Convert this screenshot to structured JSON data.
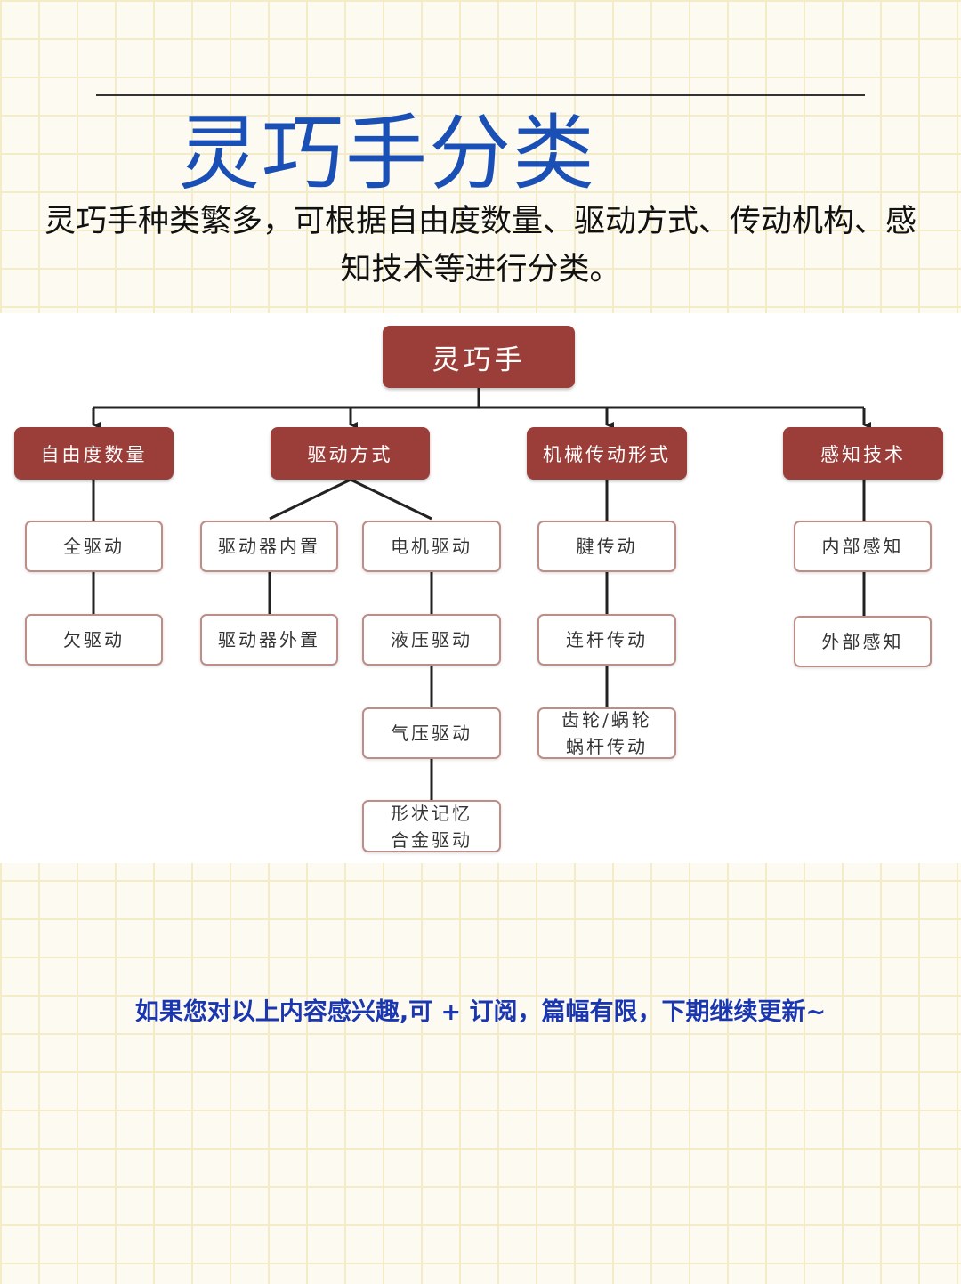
{
  "header": {
    "title": "灵巧手分类",
    "subtitle_line1": "灵巧手种类繁多，可根据自由度数量、驱动方式、传动机构、感",
    "subtitle_line2": "知技术等进行分类。"
  },
  "diagram": {
    "root": "灵巧手",
    "categories": [
      "自由度数量",
      "驱动方式",
      "机械传动形式",
      "感知技术"
    ],
    "leaves": {
      "full_drive": "全驱动",
      "under_drive": "欠驱动",
      "actuator_internal": "驱动器内置",
      "actuator_external": "驱动器外置",
      "motor_drive": "电机驱动",
      "hydraulic_drive": "液压驱动",
      "pneumatic_drive": "气压驱动",
      "sma_drive": "形状记忆\n合金驱动",
      "tendon_drive": "腱传动",
      "linkage_drive": "连杆传动",
      "gear_worm_drive": "齿轮/蜗轮\n蜗杆传动",
      "internal_sensing": "内部感知",
      "external_sensing": "外部感知"
    },
    "colors": {
      "node_fill": "#9b3e39",
      "leaf_border": "#bd8d88",
      "title": "#1a4fb5"
    }
  },
  "footer": {
    "text": "如果您对以上内容感兴趣,可 + 订阅，篇幅有限，下期继续更新~"
  }
}
